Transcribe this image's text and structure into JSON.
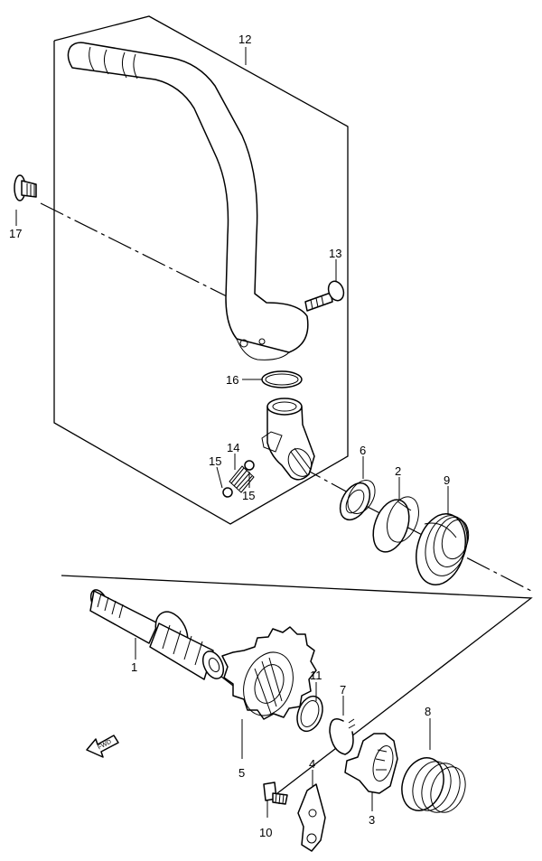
{
  "diagram": {
    "labels": {
      "p1": "1",
      "p2": "2",
      "p3": "3",
      "p4": "4",
      "p5": "5",
      "p6": "6",
      "p7": "7",
      "p8": "8",
      "p9": "9",
      "p10": "10",
      "p11": "11",
      "p12": "12",
      "p13": "13",
      "p14": "14",
      "p15a": "15",
      "p15b": "15",
      "p16": "16",
      "p17": "17"
    },
    "fwd": "FWD"
  }
}
